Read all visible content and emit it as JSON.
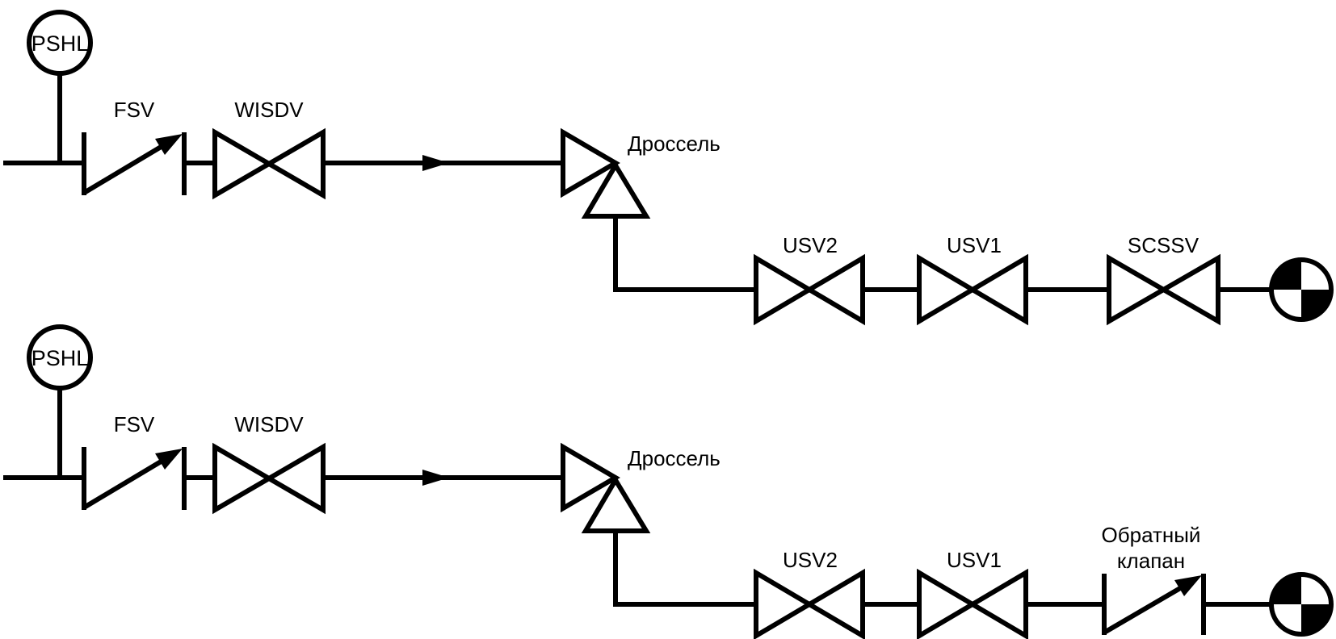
{
  "diagram": {
    "title": "",
    "colors": {
      "line": "#000000",
      "background": "#ffffff"
    },
    "flow_lines": [
      {
        "id": "line-1",
        "instrument": {
          "type": "pressure-switch",
          "label": "PSHL"
        },
        "components": [
          {
            "type": "check-valve",
            "label": "FSV"
          },
          {
            "type": "gate-valve",
            "label": "WISDV"
          },
          {
            "type": "flow-arrow",
            "label": ""
          },
          {
            "type": "choke",
            "label": "Дроссель"
          },
          {
            "type": "gate-valve",
            "label": "USV2"
          },
          {
            "type": "gate-valve",
            "label": "USV1"
          },
          {
            "type": "gate-valve",
            "label": "SCSSV"
          },
          {
            "type": "well",
            "label": ""
          }
        ]
      },
      {
        "id": "line-2",
        "instrument": {
          "type": "pressure-switch",
          "label": "PSHL"
        },
        "components": [
          {
            "type": "check-valve",
            "label": "FSV"
          },
          {
            "type": "gate-valve",
            "label": "WISDV"
          },
          {
            "type": "flow-arrow",
            "label": ""
          },
          {
            "type": "choke",
            "label": "Дроссель"
          },
          {
            "type": "gate-valve",
            "label": "USV2"
          },
          {
            "type": "gate-valve",
            "label": "USV1"
          },
          {
            "type": "check-valve",
            "label": "Обратный клапан",
            "label_lines": [
              "Обратный",
              "клапан"
            ]
          },
          {
            "type": "well",
            "label": ""
          }
        ]
      }
    ]
  }
}
